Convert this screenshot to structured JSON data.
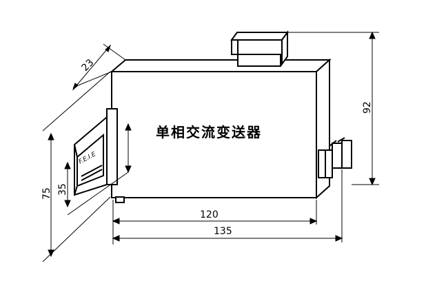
{
  "device_label": "单相交流变送器",
  "rail_label": "F.E.I.E",
  "dimensions": {
    "depth": "23",
    "height_total": "92",
    "width_body": "120",
    "width_total": "135",
    "rail_height": "75",
    "rail_inner": "35"
  }
}
